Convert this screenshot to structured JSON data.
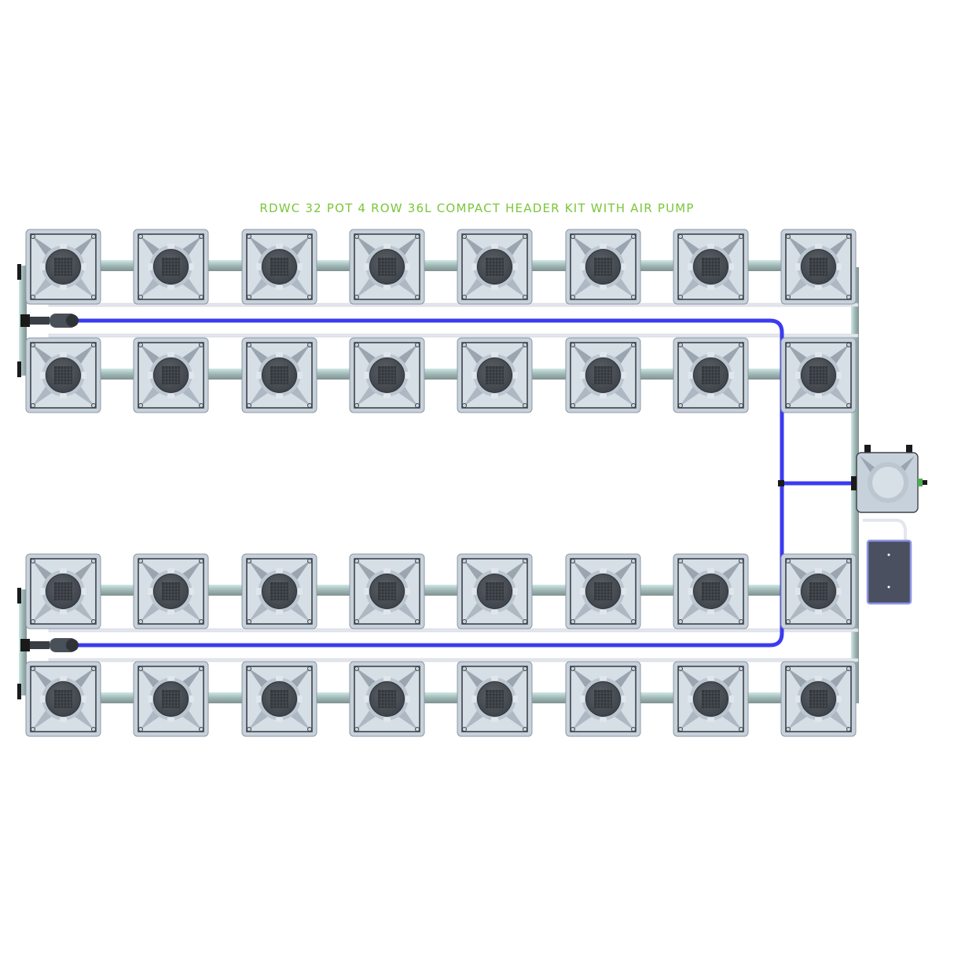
{
  "title": "RDWC 32 POT 4 ROW 36L COMPACT HEADER KIT WITH AIR PUMP",
  "layout": {
    "rows": 4,
    "pots_per_row": 8,
    "total_pots": 32,
    "pot_volume": "36L"
  },
  "components": [
    {
      "name": "pot",
      "icon": "square-pot-icon",
      "count": 32
    },
    {
      "name": "control-bucket",
      "icon": "control-bucket-icon",
      "count": 1
    },
    {
      "name": "air-pump",
      "icon": "air-pump-icon",
      "count": 1
    },
    {
      "name": "drain-valve",
      "icon": "valve-icon",
      "count": 2
    }
  ],
  "colors": {
    "title": "#7bc63a",
    "air_line": "#3b3bf0",
    "pot_body": "#c9d3dd",
    "pot_lid": "#4e545b",
    "pipe": "#a9c7c4",
    "air_pump": "#4a5060"
  }
}
